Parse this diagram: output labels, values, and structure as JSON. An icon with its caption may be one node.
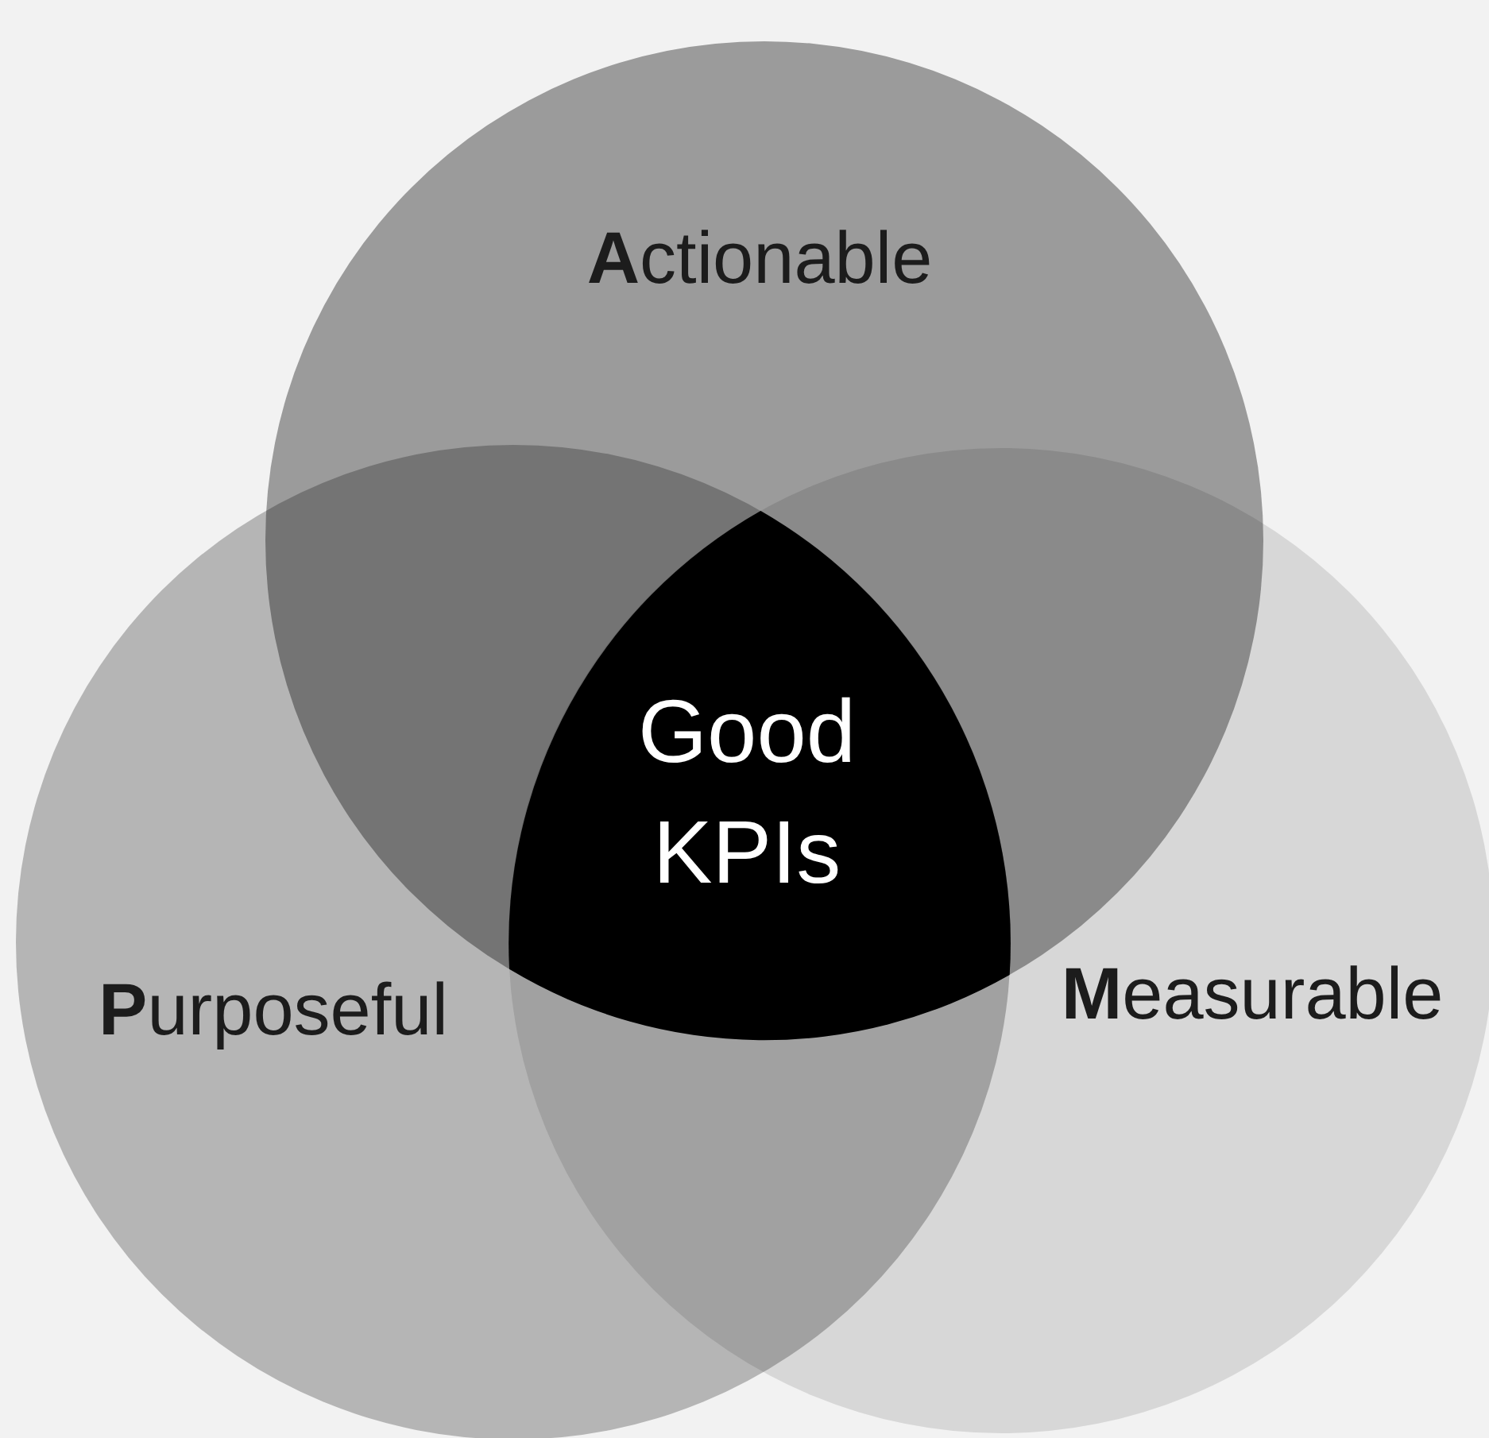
{
  "diagram": {
    "nodes": [
      {
        "text": [
          "**A**ctionable"
        ]
      },
      {
        "text": [
          "**P**urposeful"
        ]
      },
      {
        "text": [
          "**M**easurable"
        ]
      },
      {
        "text": [
          "Good KPIs"
        ]
      }
    ]
  }
}
